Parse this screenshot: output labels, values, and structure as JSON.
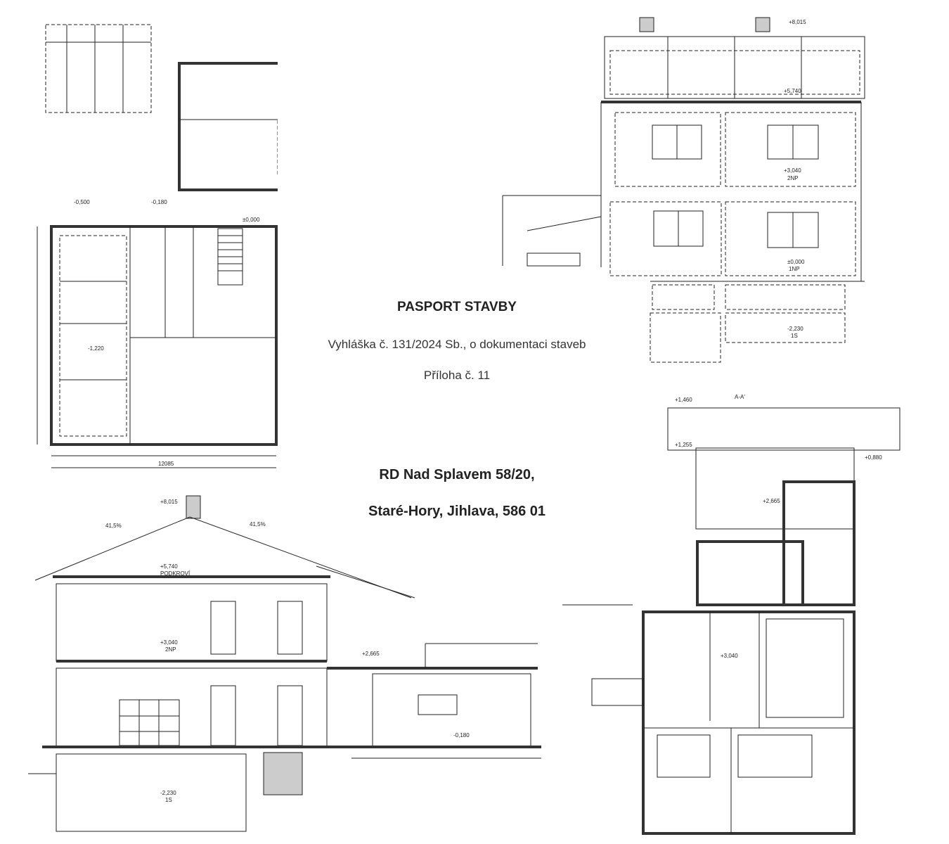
{
  "document": {
    "title": "PASPORT STAVBY",
    "regulation": "Vyhláška č. 131/2024 Sb., o dokumentaci staveb",
    "annex": "Příloha č. 11",
    "address_line1": "RD Nad Splavem 58/20,",
    "address_line2": "Staré-Hory, Jihlava, 586 01"
  },
  "drawings": {
    "floor_plan_1np": {
      "levels": [
        "±0,000",
        "-0,180",
        "-0,500",
        "-1,220"
      ],
      "total_width": "12085"
    },
    "elevation": {
      "levels": [
        "+8,015",
        "+5,740",
        "+3,040",
        "2NP",
        "±0,000",
        "1NP",
        "-2,230",
        "1S"
      ]
    },
    "section": {
      "levels": [
        "+8,015",
        "+5,740",
        "PODKROVÍ",
        "+3,040",
        "2NP",
        "-2,230",
        "1S",
        "+2,665",
        "-0,180"
      ],
      "roof_pitch": [
        "41,5%",
        "41,5%"
      ],
      "section_mark": "A-A'"
    },
    "floor_plan_2np": {
      "levels": [
        "+1,460",
        "+1,255",
        "+0,880",
        "+2,665",
        "+3,040"
      ],
      "section_mark": "A-A'"
    }
  }
}
